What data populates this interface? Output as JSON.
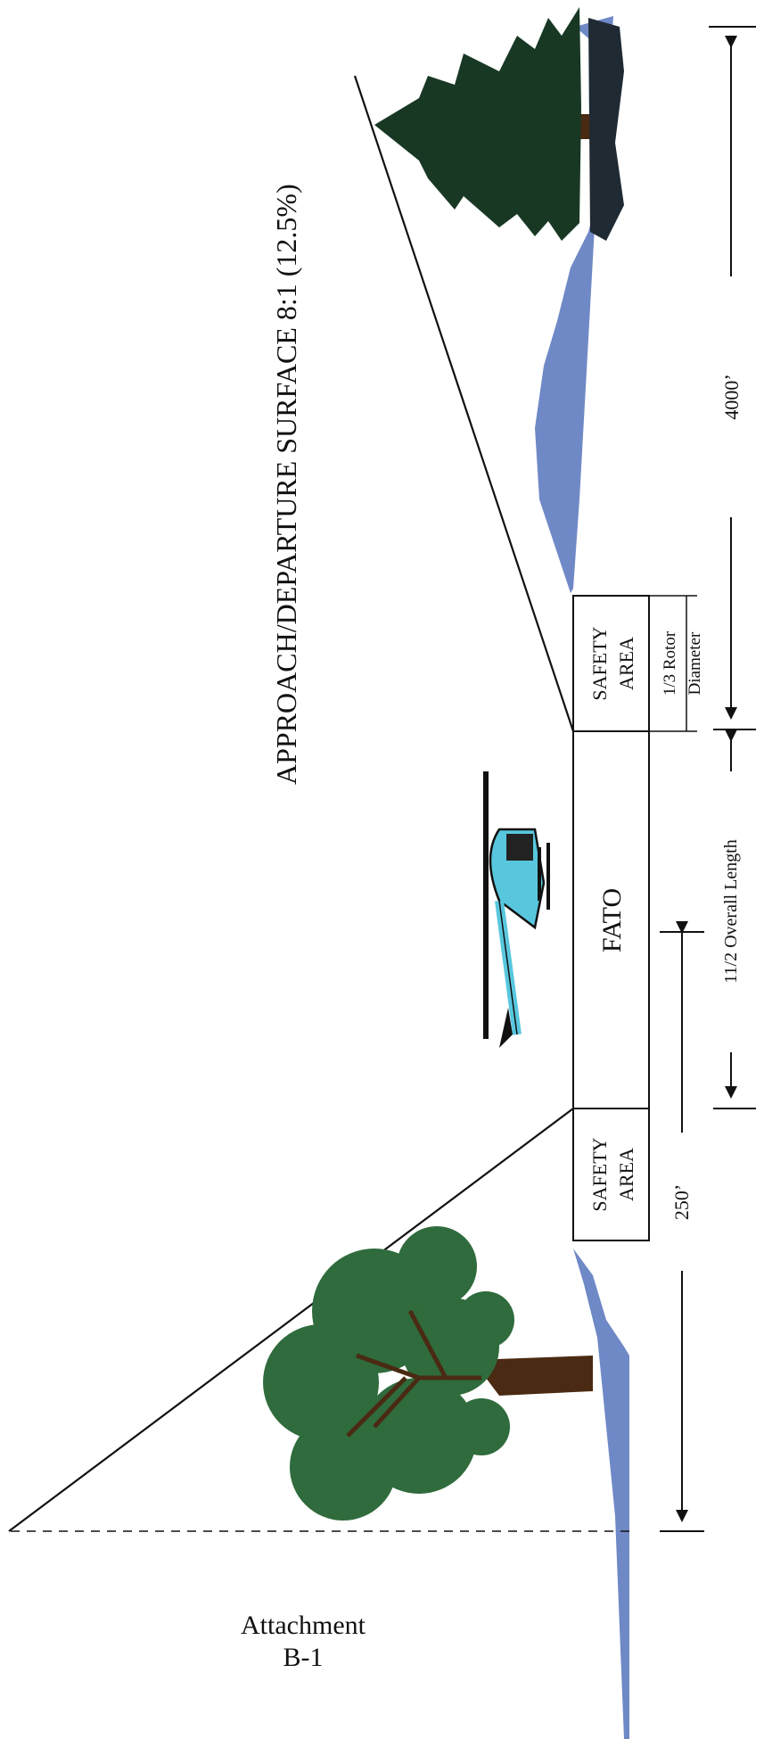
{
  "title": "APPROACH/DEPARTURE SURFACE 8:1 (12.5%)",
  "labels": {
    "safety_area": "SAFETY",
    "safety_area_line2": "AREA",
    "fato": "FATO",
    "rotor_line1": "1/3 Rotor",
    "rotor_line2": "Diameter"
  },
  "dimensions": {
    "d250": "250’",
    "d4000": "4000’",
    "overall": "11/2 Overall Length"
  },
  "caption": {
    "line1": "Attachment",
    "line2": "B-1"
  },
  "colors": {
    "ground": "#6f88c6",
    "tree_leaves": "#2f6b3c",
    "pine": "#183824",
    "trunk": "#4a2a12",
    "helicopter_body": "#58c7de"
  },
  "icons": {
    "helicopter": "helicopter-icon",
    "deciduous_tree": "deciduous-tree-icon",
    "pine_tree": "pine-tree-icon"
  }
}
